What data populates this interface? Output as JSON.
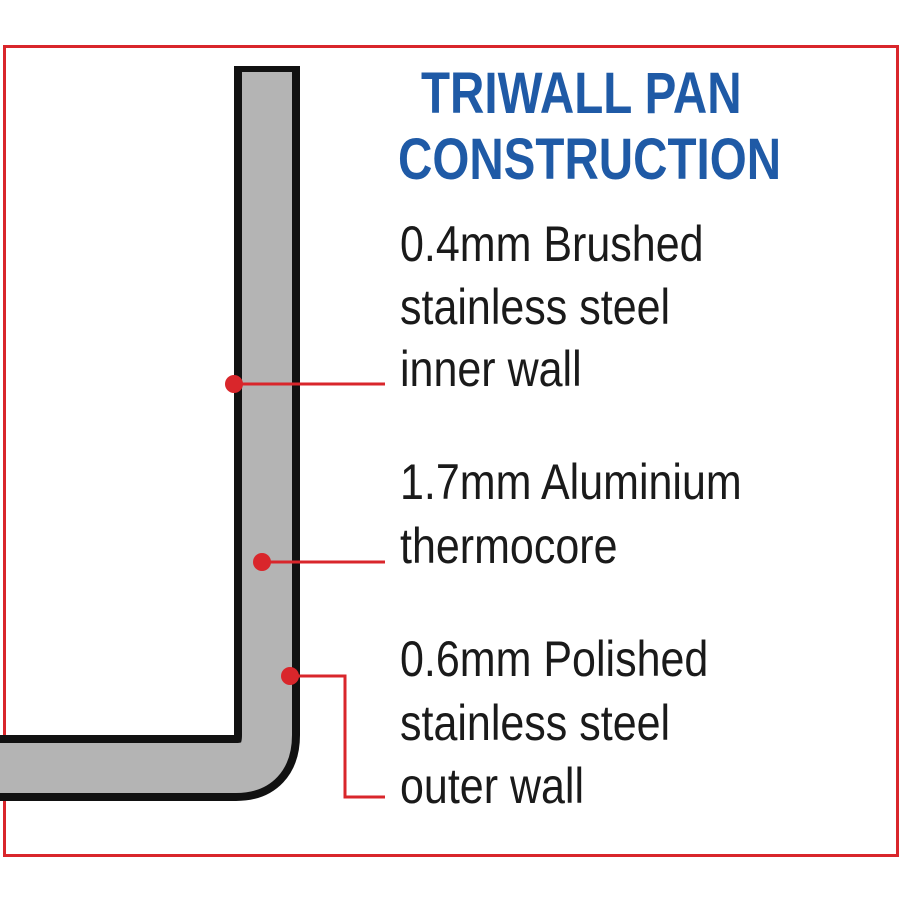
{
  "title": {
    "line1": "TRIWALL PAN",
    "line2": "CONSTRUCTION"
  },
  "layers": [
    {
      "id": "inner",
      "lines": [
        "0.4mm Brushed",
        "stainless steel",
        "inner wall"
      ]
    },
    {
      "id": "core",
      "lines": [
        "1.7mm Aluminium",
        "thermocore"
      ]
    },
    {
      "id": "outer",
      "lines": [
        "0.6mm Polished",
        "stainless steel",
        "outer wall"
      ]
    }
  ],
  "colors": {
    "frame": "#d9262b",
    "title": "#1f5aa6",
    "text": "#1a1a1a",
    "wall_outline": "#111111",
    "wall_fill": "#b4b4b4",
    "leader": "#d9262b"
  }
}
